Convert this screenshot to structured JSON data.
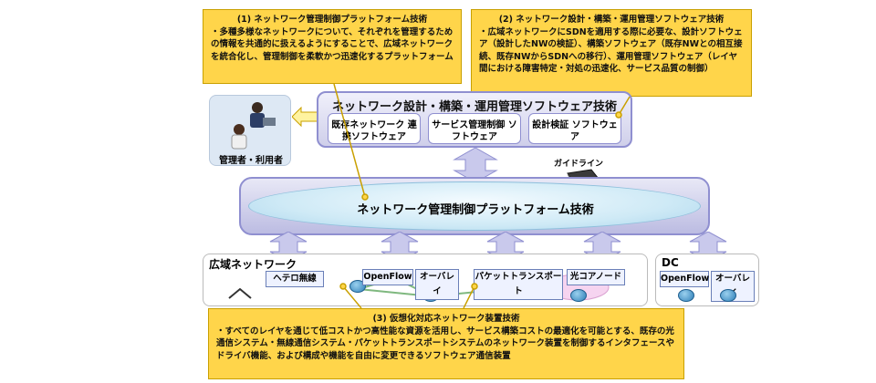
{
  "callouts": {
    "c1": {
      "title": "(1) ネットワーク管理制御プラットフォーム技術",
      "body": "・多種多様なネットワークについて、それぞれを管理するための情報を共通的に扱えるようにすることで、広域ネットワークを統合化し、管理制御を柔軟かつ迅速化するプラットフォーム"
    },
    "c2": {
      "title": "(2) ネットワーク設計・構築・運用管理ソフトウェア技術",
      "body": "・広域ネットワークにSDNを適用する際に必要な、設計ソフトウェア（設計したNWの検証）、構築ソフトウェア（既存NWとの相互接続、既存NWからSDNへの移行）、運用管理ソフトウェア（レイヤ間における障害特定・対処の迅速化、サービス品質の制御）"
    },
    "c3": {
      "title": "(3) 仮想化対応ネットワーク装置技術",
      "body": "・すべてのレイヤを通じて低コストかつ高性能な資源を活用し、サービス構築コストの最適化を可能とする、既存の光通信システム・無線通信システム・パケットトランスポートシステムのネットワーク装置を制御するインタフェースやドライバ機能、および構成や機能を自由に変更できるソフトウェア通信装置"
    }
  },
  "software_panel": {
    "title": "ネットワーク設計・構築・運用管理ソフトウェア技術",
    "items": [
      "既存ネットワーク 連携ソフトウェア",
      "サービス管理制御 ソフトウェア",
      "設計検証 ソフトウェア"
    ]
  },
  "admin": {
    "label": "管理者・利用者"
  },
  "guideline": {
    "label": "ガイドライン"
  },
  "platform": {
    "label": "ネットワーク管理制御プラットフォーム技術"
  },
  "wan": {
    "title": "広域ネットワーク",
    "tags": [
      "ヘテロ無線",
      "OpenFlow",
      "オーバレイ",
      "パケットトランスポート",
      "光コアノード"
    ]
  },
  "dc": {
    "title": "DC",
    "tags": [
      "OpenFlow",
      "オーバレイ"
    ]
  },
  "colors": {
    "callout": "#ffd54a",
    "panel_border": "#8f8fd0",
    "arrow": "#c9c9ec"
  }
}
